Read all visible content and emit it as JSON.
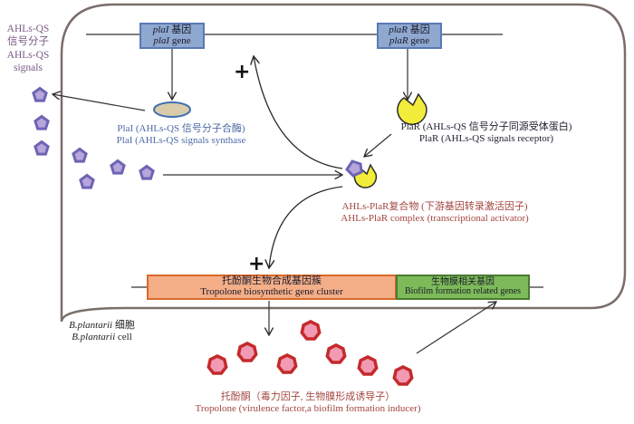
{
  "title": "AHLs-QS regulation of tropolone biosynthesis in B.plantarii",
  "colors": {
    "cell_border": "#7a6e6a",
    "signal_fill": "#b6a6dc",
    "signal_stroke": "#6e64b4",
    "receptor_fill": "#f2ec3a",
    "synthase_fill": "#d8ccaa",
    "synthase_stroke": "#3f6fb0",
    "tropolone_fill": "#f29ab4",
    "tropolone_stroke": "#c42a2a",
    "blue_text": "#4f6aa6",
    "red_text": "#a24640",
    "purple_text": "#7a5a86",
    "dark_text": "#222233"
  },
  "genes": {
    "plal": {
      "name_it": "plaI",
      "cn": "基因",
      "en": "gene"
    },
    "plar": {
      "name_it": "plaR",
      "cn": "基因",
      "en": "gene"
    },
    "tropolone_cluster": {
      "cn": "托酚酮生物合成基因簇",
      "en": "Tropolone biosynthetic gene cluster"
    },
    "biofilm": {
      "cn": "生物膜相关基因",
      "en": "Biofilm formation related genes"
    }
  },
  "labels": {
    "signals": [
      "AHLs-QS",
      "信号分子",
      "AHLs-QS",
      "signals"
    ],
    "synthase_cn": "PlaI (AHLs-QS 信号分子合酶)",
    "synthase_en": "PlaI (AHLs-QS signals synthase",
    "receptor_cn": "PlaR (AHLs-QS 信号分子同源受体蛋白)",
    "receptor_en": "PlaR (AHLs-QS signals receptor)",
    "complex_cn": "AHLs-PlaR复合物 (下游基因转录激活因子)",
    "complex_en": "AHLs-PlaR complex (transcriptional activator)",
    "cell_cn_it": "B.plantarii",
    "cell_cn": " 细胞",
    "cell_en_it": "B.plantarii",
    "cell_en": " cell",
    "tropolone_cn": "托酚酮（毒力因子, 生物膜形成诱导子）",
    "tropolone_en": "Tropolone (virulence factor,a biofilm formation inducer)",
    "plus_upper": "+",
    "plus_lower": "+"
  }
}
